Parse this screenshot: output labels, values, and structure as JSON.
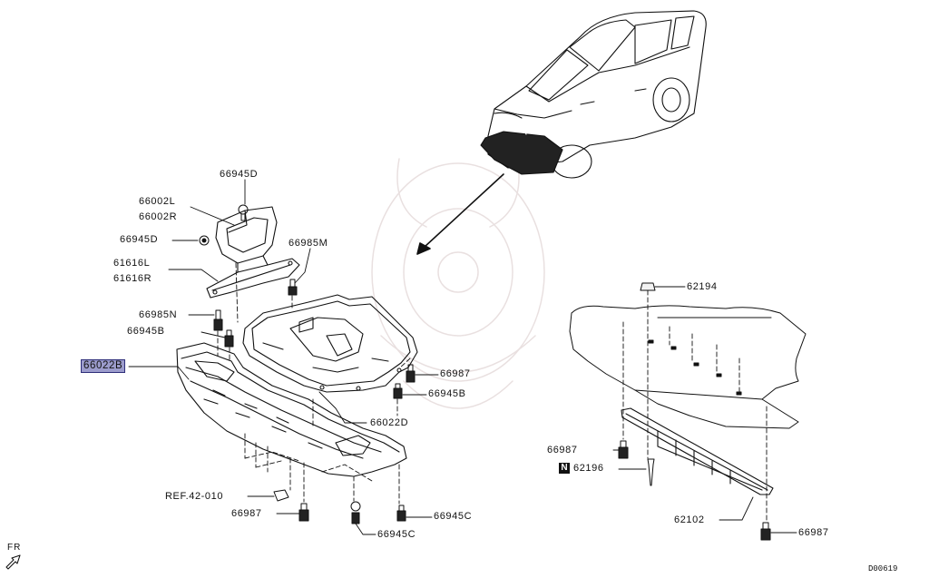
{
  "diagram": {
    "callouts": [
      {
        "id": "p66945D_top",
        "text": "66945D"
      },
      {
        "id": "p66002L",
        "text": "66002L"
      },
      {
        "id": "p66002R",
        "text": "66002R"
      },
      {
        "id": "p66945D_left",
        "text": "66945D"
      },
      {
        "id": "p66985M",
        "text": "66985M"
      },
      {
        "id": "p61616L",
        "text": "61616L"
      },
      {
        "id": "p61616R",
        "text": "61616R"
      },
      {
        "id": "p66985N",
        "text": "66985N"
      },
      {
        "id": "p66945B_left",
        "text": "66945B"
      },
      {
        "id": "p66022B",
        "text": "66022B",
        "highlighted": true
      },
      {
        "id": "p66987_mid",
        "text": "66987"
      },
      {
        "id": "p66945B_right",
        "text": "66945B"
      },
      {
        "id": "p66022D",
        "text": "66022D"
      },
      {
        "id": "pREF",
        "text": "REF.42-010"
      },
      {
        "id": "p66987_bottom",
        "text": "66987"
      },
      {
        "id": "p66945C_right",
        "text": "66945C"
      },
      {
        "id": "p66945C_bottom",
        "text": "66945C"
      },
      {
        "id": "p62194",
        "text": "62194"
      },
      {
        "id": "p66987_r1",
        "text": "66987"
      },
      {
        "id": "p62196",
        "text": "62196"
      },
      {
        "id": "p62102",
        "text": "62102"
      },
      {
        "id": "p66987_r2",
        "text": "66987"
      }
    ],
    "new_part_badge": "N",
    "direction_label": "FR",
    "diagram_code": "D00619",
    "highlight_color": "#9c9ccc"
  }
}
